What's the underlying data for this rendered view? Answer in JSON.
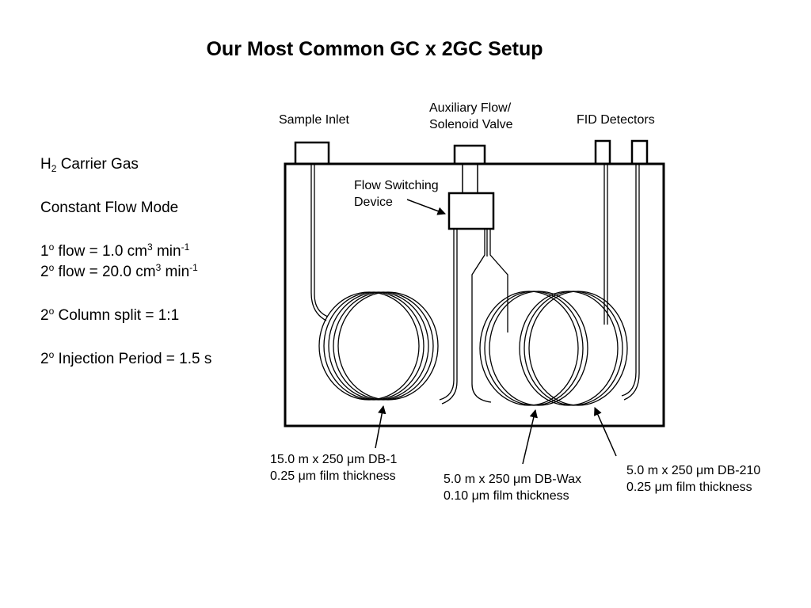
{
  "title": "Our Most Common GC x 2GC Setup",
  "conditions": {
    "carrier_prefix": "H",
    "carrier_sub": "2",
    "carrier_rest": " Carrier Gas",
    "mode": "Constant Flow Mode",
    "flow1": {
      "order": "1",
      "deg": "o",
      "text": " flow = 1.0 cm",
      "exp": "3",
      "unit": " min",
      "unit_exp": "-1"
    },
    "flow2": {
      "order": "2",
      "deg": "o",
      "text": " flow = 20.0 cm",
      "exp": "3",
      "unit": " min",
      "unit_exp": "-1"
    },
    "split": {
      "order": "2",
      "deg": "o",
      "text": " Column split = 1:1"
    },
    "injection": {
      "order": "2",
      "deg": "o",
      "text": " Injection Period = 1.5 s"
    }
  },
  "labels": {
    "sample_inlet": "Sample Inlet",
    "aux_line1": "Auxiliary Flow/",
    "aux_line2": "Solenoid Valve",
    "fid": "FID Detectors",
    "fsd_line1": "Flow Switching",
    "fsd_line2": "Device"
  },
  "columns": {
    "primary": {
      "line1": "15.0 m x 250 μm DB-1",
      "line2": "0.25 μm film thickness"
    },
    "wax": {
      "line1": "5.0 m x 250 μm DB-Wax",
      "line2": "0.10 μm film thickness"
    },
    "db210": {
      "line1": "5.0 m x 250 μm DB-210",
      "line2": "0.25 μm film thickness"
    }
  }
}
